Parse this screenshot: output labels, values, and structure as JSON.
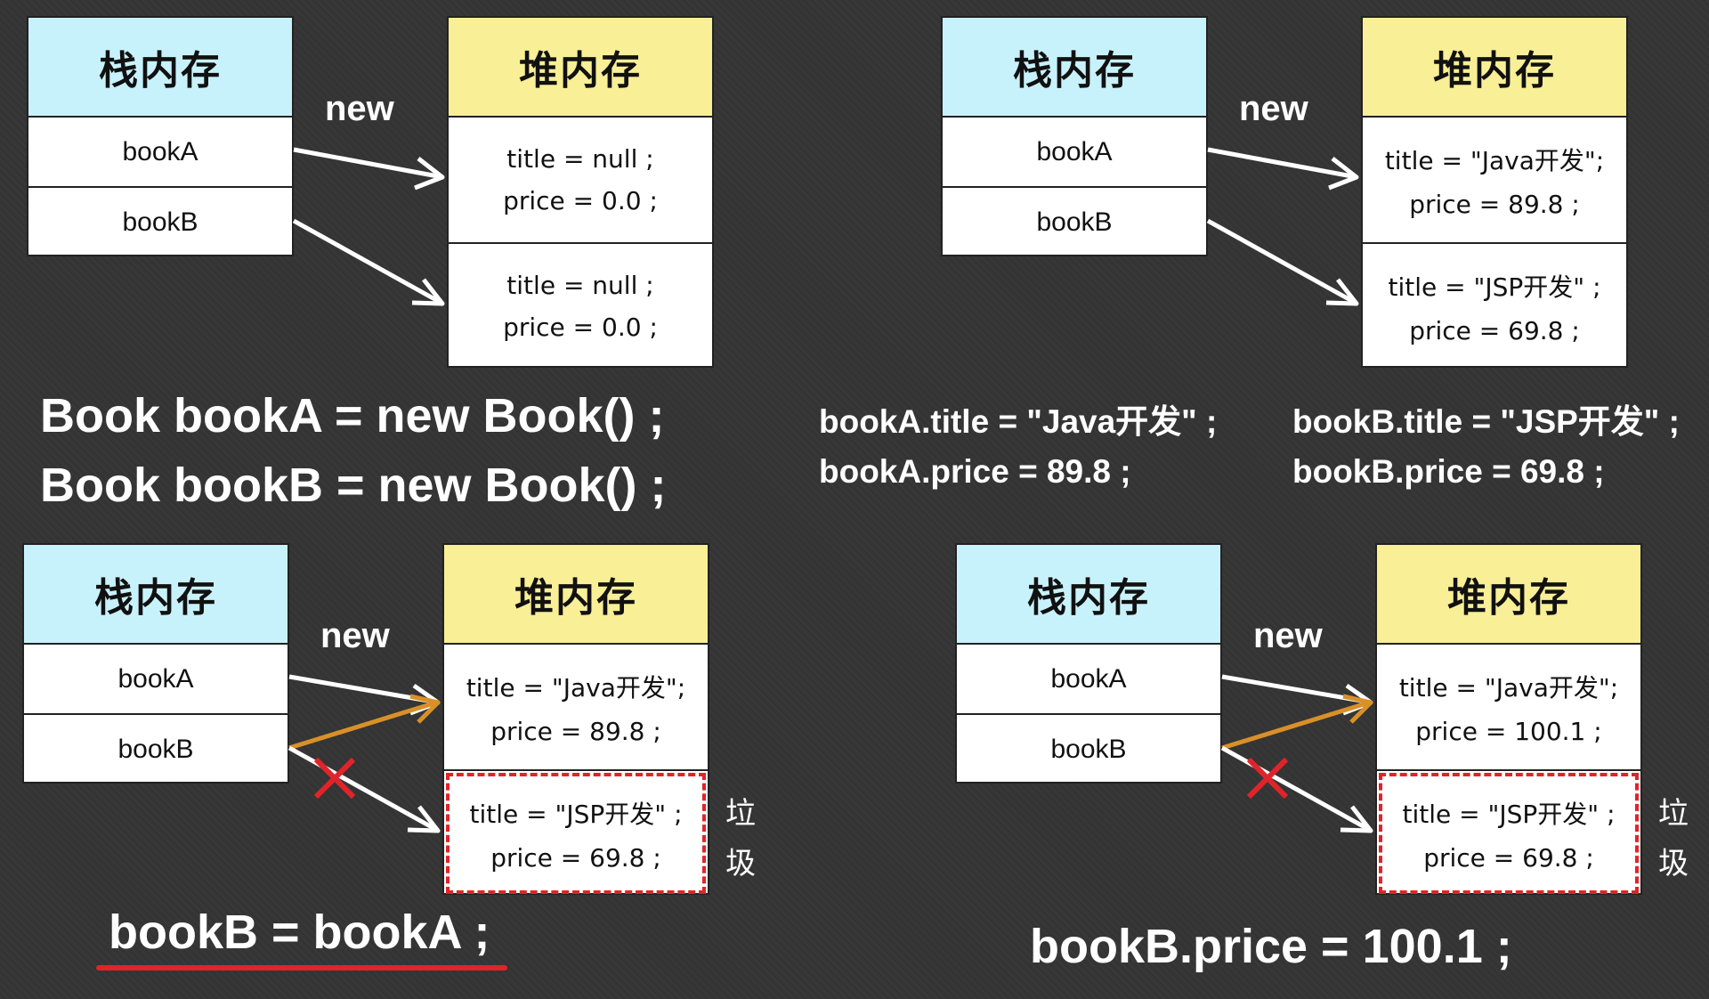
{
  "labels": {
    "stack": "栈内存",
    "heap": "堆内存",
    "new": "new"
  },
  "panels": [
    {
      "id": "p1",
      "stack_vars": [
        "bookA",
        "bookB"
      ],
      "objects": [
        {
          "title": "title = null ;",
          "price": "price = 0.0 ;",
          "garbage": false
        },
        {
          "title": "title = null ;",
          "price": "price = 0.0 ;",
          "garbage": false
        }
      ],
      "arrows": [
        {
          "from": "bookA",
          "to": 0,
          "style": "normal"
        },
        {
          "from": "bookB",
          "to": 1,
          "style": "normal"
        }
      ]
    },
    {
      "id": "p2",
      "stack_vars": [
        "bookA",
        "bookB"
      ],
      "objects": [
        {
          "title": "title = \"Java开发\";",
          "price": "price = 89.8 ;",
          "garbage": false
        },
        {
          "title": "title = \"JSP开发\" ;",
          "price": "price = 69.8 ;",
          "garbage": false
        }
      ],
      "arrows": [
        {
          "from": "bookA",
          "to": 0,
          "style": "normal"
        },
        {
          "from": "bookB",
          "to": 1,
          "style": "normal"
        }
      ]
    },
    {
      "id": "p3",
      "stack_vars": [
        "bookA",
        "bookB"
      ],
      "objects": [
        {
          "title": "title = \"Java开发\";",
          "price": "price = 89.8 ;",
          "garbage": false
        },
        {
          "title": "title = \"JSP开发\" ;",
          "price": "price = 69.8 ;",
          "garbage": true
        }
      ],
      "arrows": [
        {
          "from": "bookA",
          "to": 0,
          "style": "normal"
        },
        {
          "from": "bookB",
          "to": 0,
          "style": "reassigned"
        },
        {
          "from": "bookB",
          "to": 1,
          "style": "removed"
        }
      ],
      "gc_label": [
        "垃",
        "圾"
      ]
    },
    {
      "id": "p4",
      "stack_vars": [
        "bookA",
        "bookB"
      ],
      "objects": [
        {
          "title": "title = \"Java开发\";",
          "price": "price = 100.1 ;",
          "garbage": false
        },
        {
          "title": "title = \"JSP开发\" ;",
          "price": "price = 69.8 ;",
          "garbage": true
        }
      ],
      "arrows": [
        {
          "from": "bookA",
          "to": 0,
          "style": "normal"
        },
        {
          "from": "bookB",
          "to": 0,
          "style": "reassigned"
        },
        {
          "from": "bookB",
          "to": 1,
          "style": "removed"
        }
      ],
      "gc_label": [
        "垃",
        "圾"
      ]
    }
  ],
  "code": {
    "p1": [
      "Book bookA = new Book() ;",
      "Book bookB = new Book() ;"
    ],
    "p2_left": [
      "bookA.title = \"Java开发\" ;",
      "bookA.price = 89.8 ;"
    ],
    "p2_right": [
      "bookB.title = \"JSP开发\" ;",
      "bookB.price = 69.8 ;"
    ],
    "p3": [
      "bookB = bookA ;"
    ],
    "p4": [
      "bookB.price = 100.1 ;"
    ]
  },
  "colors": {
    "background": "#343434",
    "stack_header": "#c8f2fb",
    "heap_header": "#f8ef96",
    "arrow_normal": "#ffffff",
    "arrow_reassigned": "#d99028",
    "removed_cross": "#e0242a",
    "garbage_border": "#e0242a",
    "underline": "#e0242a"
  }
}
